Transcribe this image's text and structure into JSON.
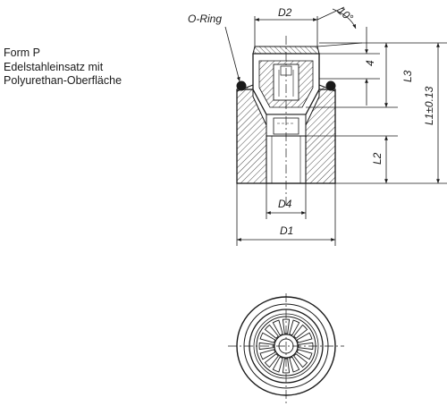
{
  "caption": {
    "line1": "Form P",
    "line2": "Edelstahleinsatz mit",
    "line3": "Polyurethan-Oberfläche"
  },
  "labels": {
    "o_ring": "O-Ring",
    "d2": "D2",
    "angle": "10°",
    "dim4": "4",
    "l3": "L3",
    "l1": "L1±0.13",
    "l2": "L2",
    "d4": "D4",
    "d1": "D1"
  },
  "colors": {
    "line": "#1a1a1a",
    "hatch": "#333333",
    "background": "#ffffff"
  }
}
